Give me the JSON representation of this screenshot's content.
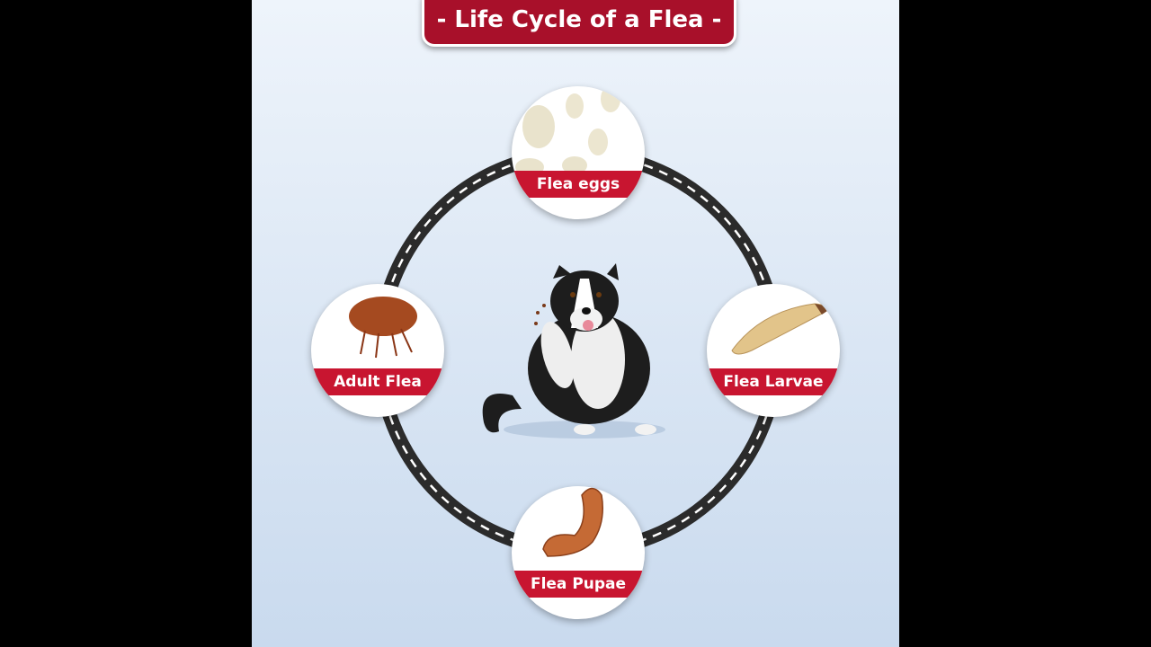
{
  "title": "- Life Cycle of a Flea -",
  "stages": [
    {
      "label": "Flea eggs"
    },
    {
      "label": "Flea Larvae"
    },
    {
      "label": "Flea Pupae"
    },
    {
      "label": "Adult Flea"
    }
  ],
  "colors": {
    "accent": "#c81530",
    "title_bg": "#a8102a",
    "road": "#2b2b2b"
  }
}
